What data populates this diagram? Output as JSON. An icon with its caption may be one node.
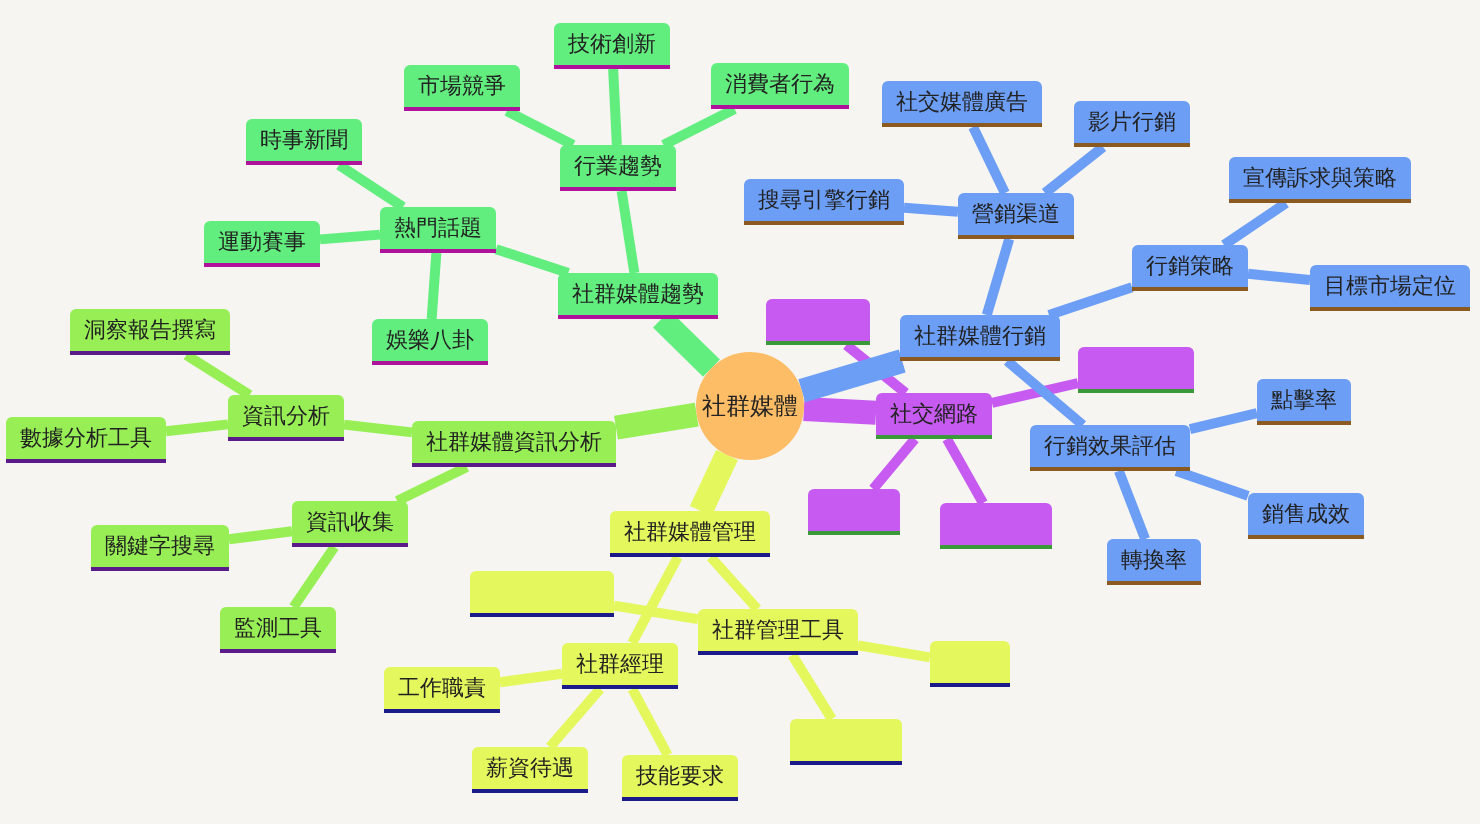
{
  "diagram": {
    "nodes": [
      {
        "text": [
          "社群媒體"
        ]
      },
      {
        "text": [
          "社群媒體趨勢"
        ]
      },
      {
        "text": [
          "行業趨勢"
        ]
      },
      {
        "text": [
          "市場競爭"
        ]
      },
      {
        "text": [
          "技術創新"
        ]
      },
      {
        "text": [
          "消費者行為"
        ]
      },
      {
        "text": [
          "熱門話題"
        ]
      },
      {
        "text": [
          "時事新聞"
        ]
      },
      {
        "text": [
          "運動賽事"
        ]
      },
      {
        "text": [
          "娛樂八卦"
        ]
      },
      {
        "text": [
          "社群媒體資訊分析"
        ]
      },
      {
        "text": [
          "資訊分析"
        ]
      },
      {
        "text": [
          "洞察報告撰寫"
        ]
      },
      {
        "text": [
          "數據分析工具"
        ]
      },
      {
        "text": [
          "資訊收集"
        ]
      },
      {
        "text": [
          "關鍵字搜尋"
        ]
      },
      {
        "text": [
          "監測工具"
        ]
      },
      {
        "text": [
          "社群媒體管理"
        ]
      },
      {
        "text": [
          "社群管理工具"
        ]
      },
      {
        "text": [],
        "shape": "box"
      },
      {
        "text": [],
        "shape": "box"
      },
      {
        "text": [],
        "shape": "box"
      },
      {
        "text": [
          "社群經理"
        ]
      },
      {
        "text": [
          "工作職責"
        ]
      },
      {
        "text": [
          "薪資待遇"
        ]
      },
      {
        "text": [
          "技能要求"
        ]
      },
      {
        "text": [
          "社交網路"
        ]
      },
      {
        "text": [],
        "shape": "box"
      },
      {
        "text": [],
        "shape": "box"
      },
      {
        "text": [],
        "shape": "box"
      },
      {
        "text": [],
        "shape": "box"
      },
      {
        "text": [
          "社群媒體行銷"
        ]
      },
      {
        "text": [
          "營銷渠道"
        ]
      },
      {
        "text": [
          "搜尋引擎行銷"
        ]
      },
      {
        "text": [
          "社交媒體廣告"
        ]
      },
      {
        "text": [
          "影片行銷"
        ]
      },
      {
        "text": [
          "行銷策略"
        ]
      },
      {
        "text": [
          "宣傳訴求與策略"
        ]
      },
      {
        "text": [
          "目標市場定位"
        ]
      },
      {
        "text": [
          "行銷效果評估"
        ]
      },
      {
        "text": [
          "點擊率"
        ]
      },
      {
        "text": [
          "銷售成效"
        ]
      },
      {
        "text": [
          "轉換率"
        ]
      }
    ],
    "edges": [
      {
        "from": 0,
        "to": 1,
        "arrow": "none",
        "style": "thick",
        "color": "#62ee7e"
      },
      {
        "from": 1,
        "to": 2,
        "arrow": "none",
        "color": "#62ee7e"
      },
      {
        "from": 2,
        "to": 3,
        "arrow": "none",
        "color": "#62ee7e"
      },
      {
        "from": 2,
        "to": 4,
        "arrow": "none",
        "color": "#62ee7e"
      },
      {
        "from": 2,
        "to": 5,
        "arrow": "none",
        "color": "#62ee7e"
      },
      {
        "from": 1,
        "to": 6,
        "arrow": "none",
        "color": "#62ee7e"
      },
      {
        "from": 6,
        "to": 7,
        "arrow": "none",
        "color": "#62ee7e"
      },
      {
        "from": 6,
        "to": 8,
        "arrow": "none",
        "color": "#62ee7e"
      },
      {
        "from": 6,
        "to": 9,
        "arrow": "none",
        "color": "#62ee7e"
      },
      {
        "from": 0,
        "to": 10,
        "arrow": "none",
        "style": "thick",
        "color": "#97ef55"
      },
      {
        "from": 10,
        "to": 11,
        "arrow": "none",
        "color": "#97ef55"
      },
      {
        "from": 11,
        "to": 12,
        "arrow": "none",
        "color": "#97ef55"
      },
      {
        "from": 11,
        "to": 13,
        "arrow": "none",
        "color": "#97ef55"
      },
      {
        "from": 10,
        "to": 14,
        "arrow": "none",
        "color": "#97ef55"
      },
      {
        "from": 14,
        "to": 15,
        "arrow": "none",
        "color": "#97ef55"
      },
      {
        "from": 14,
        "to": 16,
        "arrow": "none",
        "color": "#97ef55"
      },
      {
        "from": 0,
        "to": 17,
        "arrow": "none",
        "style": "thick",
        "color": "#e4f75c"
      },
      {
        "from": 17,
        "to": 18,
        "arrow": "none",
        "color": "#e4f75c"
      },
      {
        "from": 18,
        "to": 19,
        "arrow": "none",
        "color": "#e4f75c"
      },
      {
        "from": 18,
        "to": 20,
        "arrow": "none",
        "color": "#e4f75c"
      },
      {
        "from": 18,
        "to": 21,
        "arrow": "none",
        "color": "#e4f75c"
      },
      {
        "from": 17,
        "to": 22,
        "arrow": "none",
        "color": "#e4f75c"
      },
      {
        "from": 22,
        "to": 23,
        "arrow": "none",
        "color": "#e4f75c"
      },
      {
        "from": 22,
        "to": 24,
        "arrow": "none",
        "color": "#e4f75c"
      },
      {
        "from": 22,
        "to": 25,
        "arrow": "none",
        "color": "#e4f75c"
      },
      {
        "from": 0,
        "to": 26,
        "arrow": "none",
        "style": "thick",
        "color": "#c75af0"
      },
      {
        "from": 26,
        "to": 27,
        "arrow": "none",
        "color": "#c75af0"
      },
      {
        "from": 26,
        "to": 28,
        "arrow": "none",
        "color": "#c75af0"
      },
      {
        "from": 26,
        "to": 29,
        "arrow": "none",
        "color": "#c75af0"
      },
      {
        "from": 26,
        "to": 30,
        "arrow": "none",
        "color": "#c75af0"
      },
      {
        "from": 0,
        "to": 31,
        "arrow": "none",
        "style": "thick"
      },
      {
        "from": 31,
        "to": 32,
        "arrow": "none"
      },
      {
        "from": 32,
        "to": 33,
        "arrow": "none"
      },
      {
        "from": 32,
        "to": 34,
        "arrow": "none"
      },
      {
        "from": 32,
        "to": 35,
        "arrow": "none"
      },
      {
        "from": 31,
        "to": 36,
        "arrow": "none"
      },
      {
        "from": 36,
        "to": 37,
        "arrow": "none"
      },
      {
        "from": 36,
        "to": 38,
        "arrow": "none"
      },
      {
        "from": 31,
        "to": 39,
        "arrow": "none"
      },
      {
        "from": 39,
        "to": 40,
        "arrow": "none"
      },
      {
        "from": 39,
        "to": 41,
        "arrow": "none"
      },
      {
        "from": 39,
        "to": 42,
        "arrow": "none"
      }
    ]
  }
}
